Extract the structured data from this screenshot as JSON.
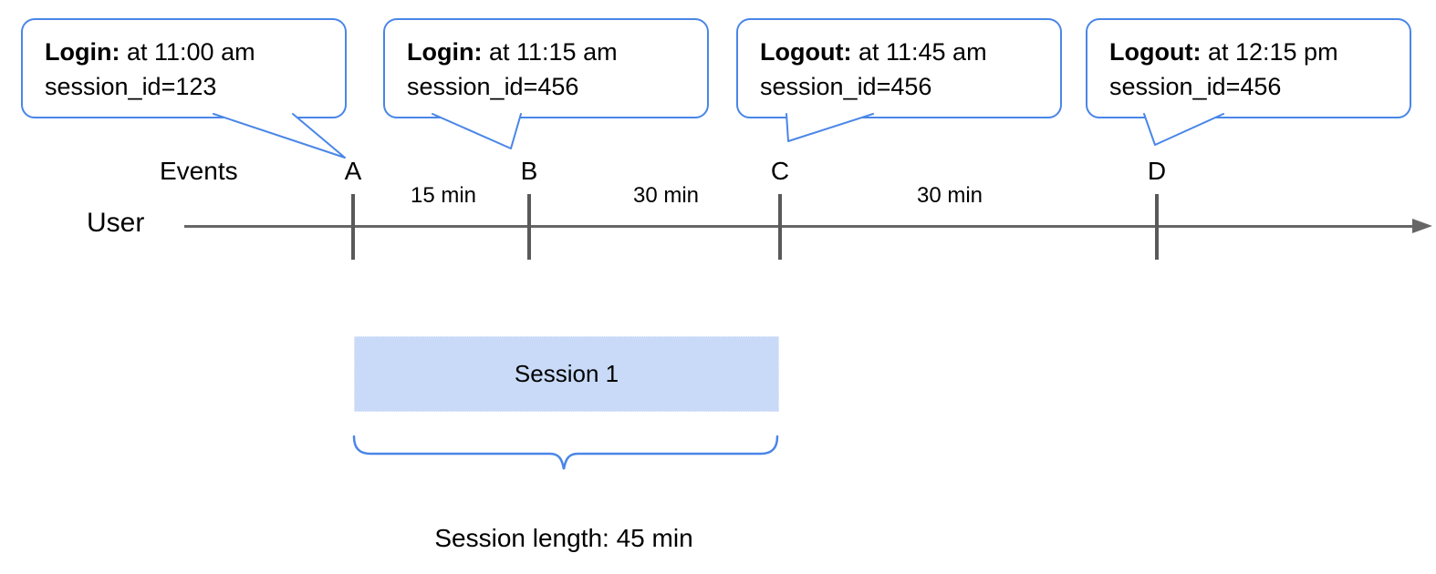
{
  "callouts": [
    {
      "event": "Login:",
      "time": "at 11:00 am",
      "session": "session_id=123"
    },
    {
      "event": "Login:",
      "time": "at 11:15 am",
      "session": "session_id=456"
    },
    {
      "event": "Logout:",
      "time": "at 11:45 am",
      "session": "session_id=456"
    },
    {
      "event": "Logout:",
      "time": "at 12:15 pm",
      "session": "session_id=456"
    }
  ],
  "timeline": {
    "events_label": "Events",
    "user_label": "User",
    "markers": [
      "A",
      "B",
      "C",
      "D"
    ],
    "intervals": [
      "15 min",
      "30 min",
      "30 min"
    ]
  },
  "session": {
    "label": "Session 1",
    "length_label": "Session length: 45 min"
  },
  "colors": {
    "accent_blue": "#4a86e8",
    "session_fill": "#c9daf8",
    "line_gray": "#666666",
    "text_black": "#000000"
  }
}
